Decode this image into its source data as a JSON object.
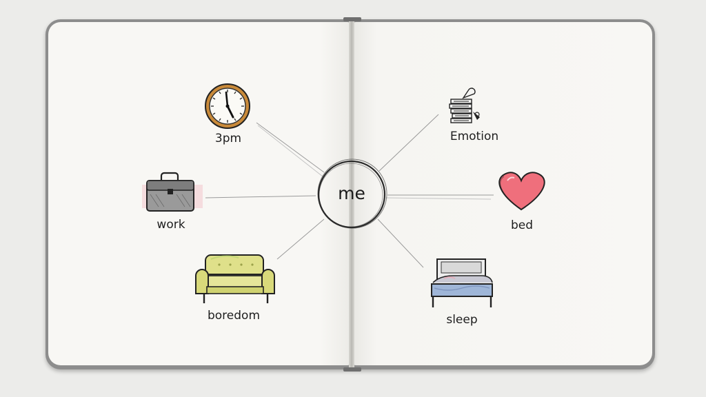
{
  "center": {
    "label": "me"
  },
  "nodes": {
    "time": {
      "label": "3pm",
      "icon": "clock-icon"
    },
    "work": {
      "label": "work",
      "icon": "briefcase-icon"
    },
    "boredom": {
      "label": "boredom",
      "icon": "sofa-icon"
    },
    "emotion": {
      "label": "Emotion",
      "icon": "books-icon"
    },
    "bed": {
      "label": "bed",
      "icon": "heart-icon"
    },
    "sleep": {
      "label": "sleep",
      "icon": "bed-icon"
    }
  },
  "colors": {
    "heart": "#ef6f7c",
    "sofa": "#dfe08a",
    "clock_rim": "#c98a3a",
    "bed_blanket": "#9fb6d8"
  }
}
